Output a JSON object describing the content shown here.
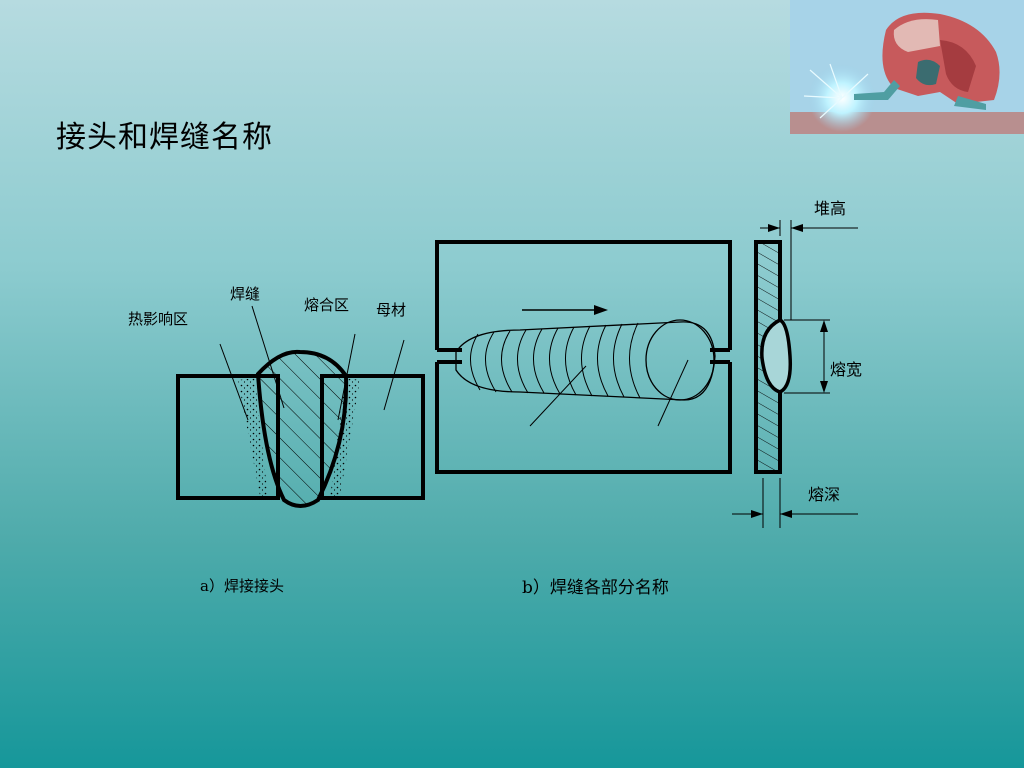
{
  "slide": {
    "title": "接头和焊缝名称"
  },
  "figure_a": {
    "labels": {
      "haz": "热影响区",
      "weld": "焊缝",
      "fusion_zone": "熔合区",
      "base_metal": "母材"
    },
    "caption": "a）焊接接头"
  },
  "figure_b": {
    "labels": {
      "reinforcement": "堆高",
      "width": "熔宽",
      "penetration": "熔深"
    },
    "caption": "b）焊缝各部分名称"
  },
  "decoration": {
    "welder_icon": "welder-icon"
  }
}
